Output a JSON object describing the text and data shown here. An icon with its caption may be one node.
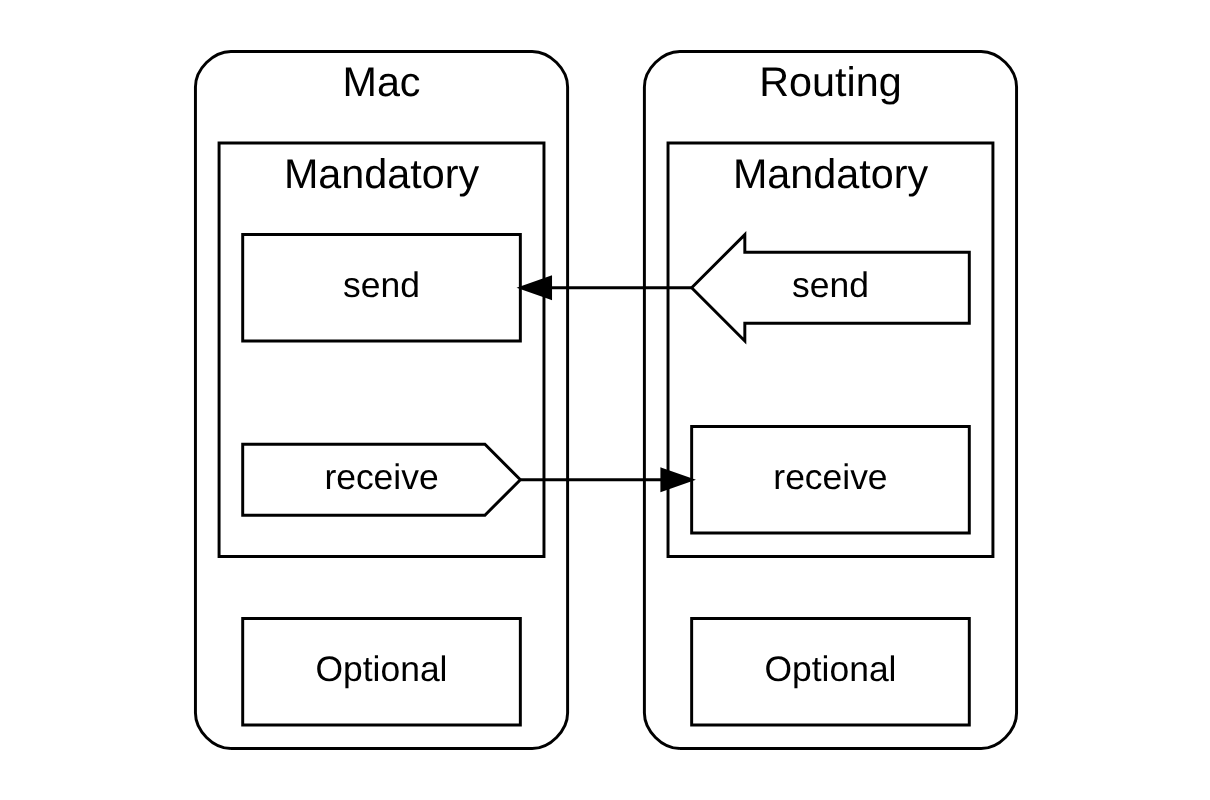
{
  "diagram": {
    "nodes": [
      {
        "text": [
          "Mac"
        ]
      },
      {
        "text": [
          "Mandatory"
        ],
        "in": 0
      },
      {
        "text": [
          "send"
        ],
        "in": 1
      },
      {
        "text": [
          "receive"
        ],
        "in": 1
      },
      {
        "text": [
          "Optional"
        ],
        "in": 0
      },
      {
        "text": [
          "Routing"
        ]
      },
      {
        "text": [
          "Mandatory"
        ],
        "in": 5
      },
      {
        "text": [
          "send"
        ],
        "in": 6
      },
      {
        "text": [
          "receive"
        ],
        "in": 6
      },
      {
        "text": [
          "Optional"
        ],
        "in": 5
      }
    ],
    "edges": [
      {
        "from": 7,
        "to": 2,
        "arrow": "to"
      },
      {
        "from": 3,
        "to": 8,
        "arrow": "to"
      }
    ]
  }
}
